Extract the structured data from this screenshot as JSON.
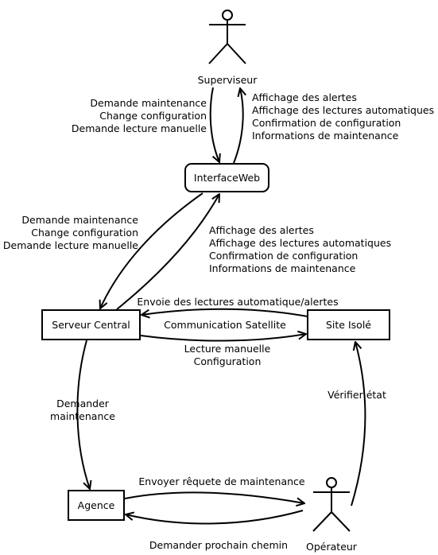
{
  "actors": {
    "superviseur": "Superviseur",
    "operateur": "Opérateur"
  },
  "nodes": {
    "interface_web": "InterfaceWeb",
    "serveur_central": "Serveur Central",
    "site_isole": "Site Isolé",
    "agence": "Agence"
  },
  "edges": {
    "sup_to_web": [
      "Demande maintenance",
      "Change configuration",
      "Demande lecture manuelle"
    ],
    "web_to_sup": [
      "Affichage des alertes",
      "Affichage des lectures automatiques",
      "Confirmation de configuration",
      "Informations de maintenance"
    ],
    "web_to_serveur": [
      "Demande maintenance",
      "Change configuration",
      "Demande lecture manuelle"
    ],
    "serveur_to_web": [
      "Affichage des alertes",
      "Affichage des lectures automatiques",
      "Confirmation de configuration",
      "Informations de maintenance"
    ],
    "site_to_serveur": "Envoie des lectures automatique/alertes",
    "satellite": "Communication Satellite",
    "serveur_to_site": [
      "Lecture manuelle",
      "Configuration"
    ],
    "serveur_to_agence": [
      "Demander",
      "maintenance"
    ],
    "operateur_to_site": "Vérifier état",
    "agence_to_operateur": "Envoyer rêquete de maintenance",
    "operateur_to_agence": "Demander prochain chemin"
  }
}
